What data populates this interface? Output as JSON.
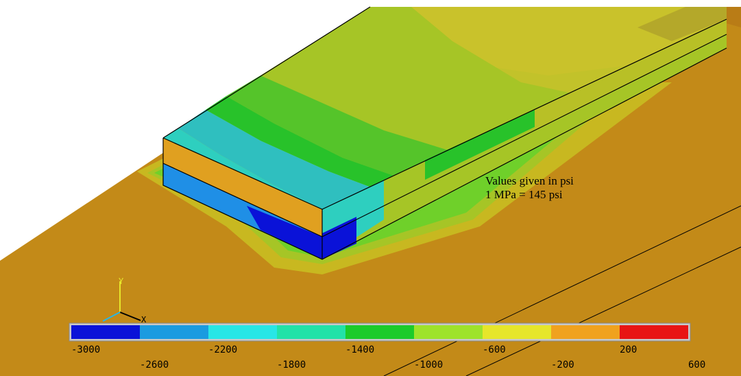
{
  "annotation": {
    "line1": "Values given in psi",
    "line2": "1 MPa = 145 psi"
  },
  "triad": {
    "y_label": "Y",
    "x_label": "X"
  },
  "legend": {
    "colors": [
      "#0a12d8",
      "#1b9be0",
      "#28e6e6",
      "#22e2a8",
      "#1ccb2a",
      "#9ee32a",
      "#e6e62a",
      "#f0a21e",
      "#e81414"
    ],
    "tick_labels_top": [
      "-3000",
      "-2200",
      "-1400",
      "-600",
      "200"
    ],
    "tick_labels_bottom": [
      "-2600",
      "-1800",
      "-1000",
      "-200",
      "600"
    ]
  },
  "contour_colors": {
    "substrate": "#c38a18",
    "substrate_dark": "#b57f14",
    "band_yellow": "#c8b820",
    "band_lime": "#a6c526",
    "band_green": "#55c42a",
    "band_bright_green": "#28c22a",
    "band_cyan": "#2ecfbf",
    "band_aqua": "#2fbfbf",
    "band_blue": "#1f8fe6",
    "band_deep_blue": "#0a12d8",
    "top_olive": "#b4b428",
    "top_yellow": "#c2c22a"
  }
}
